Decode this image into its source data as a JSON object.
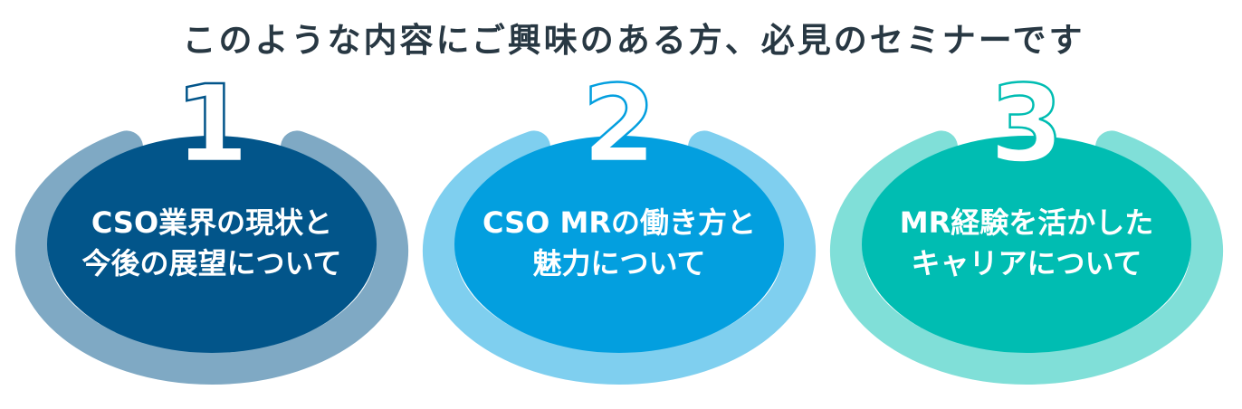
{
  "title": "このような内容にご興味のある方、必見のセミナーです",
  "cards": [
    {
      "number": "1",
      "lines": [
        "CSO業界の現状と",
        "今後の展望について"
      ],
      "ring_color": "#7FA9C4",
      "fill_color": "#02558A"
    },
    {
      "number": "2",
      "lines": [
        "CSO MRの働き方と",
        "魅力について"
      ],
      "ring_color": "#7FCFEF",
      "fill_color": "#039FDF"
    },
    {
      "number": "3",
      "lines": [
        "MR経験を活かした",
        "キャリアについて"
      ],
      "ring_color": "#80DFD8",
      "fill_color": "#00BDB2"
    }
  ]
}
